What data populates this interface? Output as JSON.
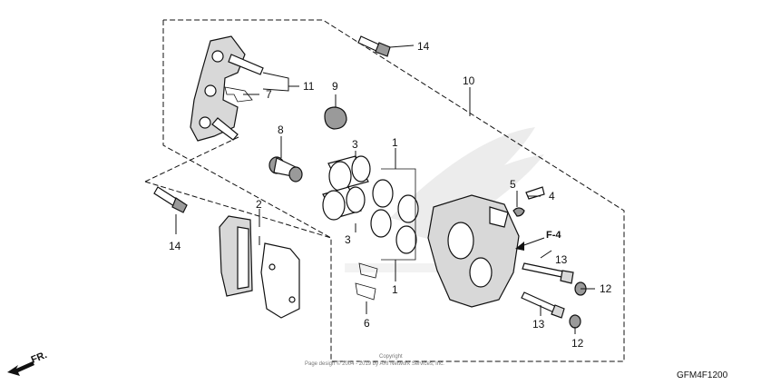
{
  "diagram": {
    "callouts": [
      {
        "id": "c14a",
        "label": "14"
      },
      {
        "id": "c11",
        "label": "11"
      },
      {
        "id": "c7",
        "label": "7"
      },
      {
        "id": "c9",
        "label": "9"
      },
      {
        "id": "c10",
        "label": "10"
      },
      {
        "id": "c8",
        "label": "8"
      },
      {
        "id": "c3a",
        "label": "3"
      },
      {
        "id": "c1a",
        "label": "1"
      },
      {
        "id": "c5",
        "label": "5"
      },
      {
        "id": "c4",
        "label": "4"
      },
      {
        "id": "c2",
        "label": "2"
      },
      {
        "id": "c14b",
        "label": "14"
      },
      {
        "id": "c3b",
        "label": "3"
      },
      {
        "id": "cf4",
        "label": "F-4"
      },
      {
        "id": "c13a",
        "label": "13"
      },
      {
        "id": "c12a",
        "label": "12"
      },
      {
        "id": "c1b",
        "label": "1"
      },
      {
        "id": "c6",
        "label": "6"
      },
      {
        "id": "c13b",
        "label": "13"
      },
      {
        "id": "c12b",
        "label": "12"
      }
    ],
    "front_marker": "FR.",
    "diagram_code": "GFM4F1200",
    "copyright_line1": "Copyright",
    "copyright_line2": "Page design © 2004 - 2019 by ARI Network Services, Inc."
  }
}
